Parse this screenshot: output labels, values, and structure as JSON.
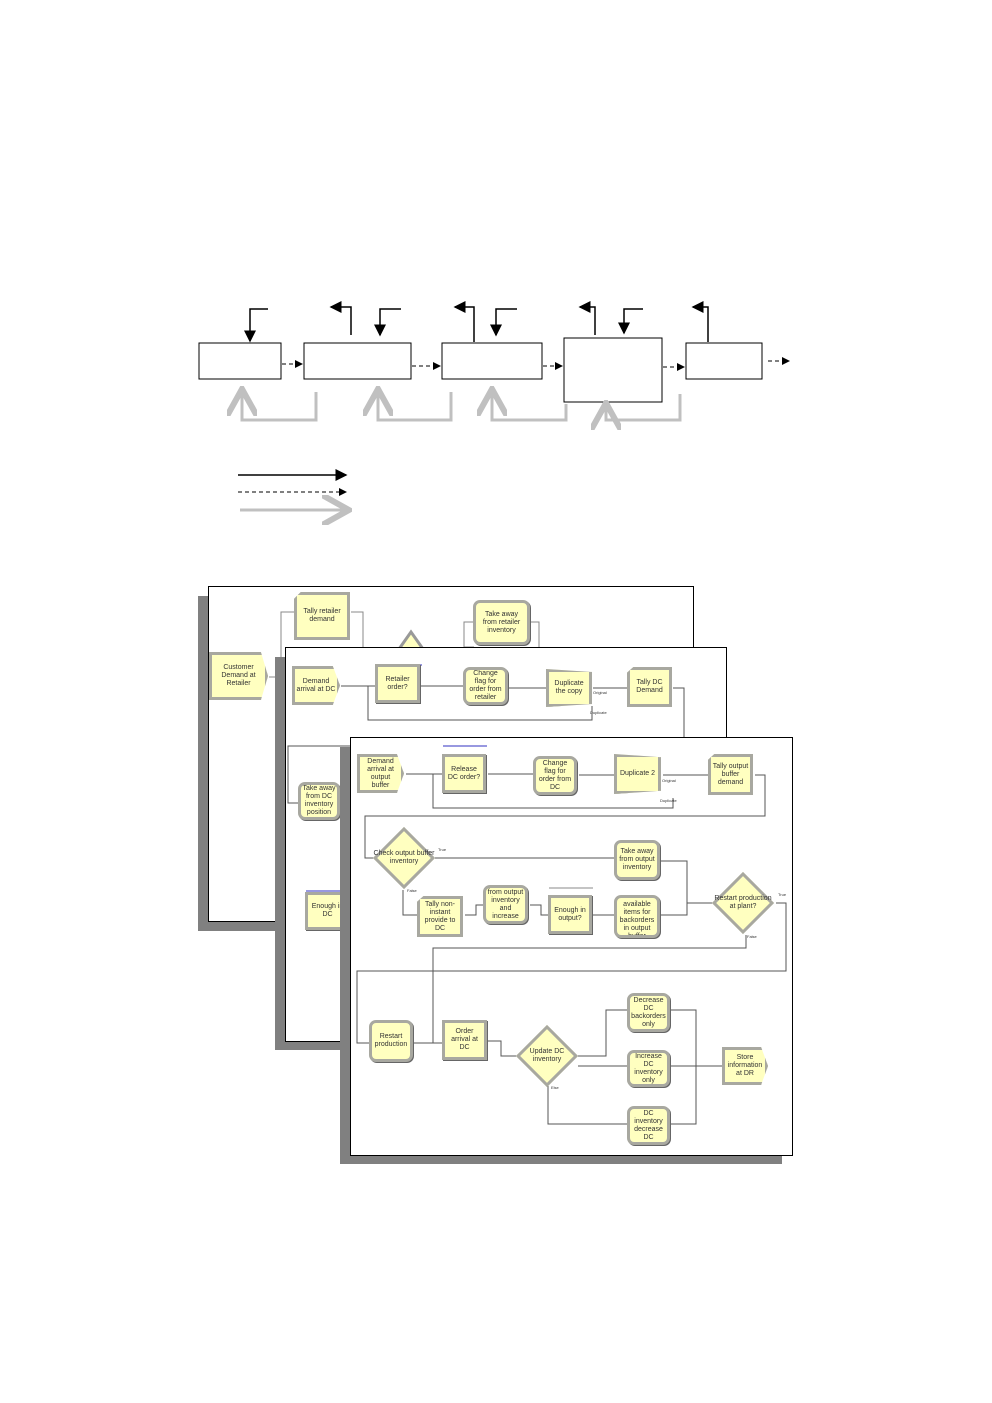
{
  "window1": {
    "nodes": [
      "Customer Demand at Retailer",
      "Tally retailer demand",
      "Take away from retailer inventory"
    ]
  },
  "window2": {
    "nodes": [
      "Demand arrival at DC",
      "Retailer order?",
      "Change flag for order from retailer",
      "Duplicate the copy",
      "Tally DC Demand",
      "Take away from DC inventory position",
      "Enough in DC"
    ],
    "labels": [
      "Original",
      "Duplicate"
    ]
  },
  "window3": {
    "nodes": [
      "Demand arrival at output buffer",
      "Release DC order?",
      "Change flag for order from DC",
      "Duplicate 2",
      "Tally output buffer demand",
      "Check output buffer inventory",
      "Take away from output inventory",
      "Tally non-instant provide to DC",
      "Take away from output inventory and increase backorders",
      "Enough in output?",
      "Decrease available items for backorders in output buffer",
      "Restart production at plant?",
      "Restart production",
      "Order arrival at DC",
      "Update DC inventory",
      "Decrease DC backorders only",
      "Increase DC inventory only",
      "Increase DC inventory decrease DC backorders",
      "Store information at DR"
    ],
    "labels": [
      "Original",
      "Duplicate",
      "True",
      "False",
      "True",
      "False",
      "Else"
    ]
  },
  "colors": {
    "node_fill": "#ffffc0",
    "node_border": "#a8a8a0",
    "return_arrow": "#c0c0c0",
    "shadow": "#808080"
  }
}
